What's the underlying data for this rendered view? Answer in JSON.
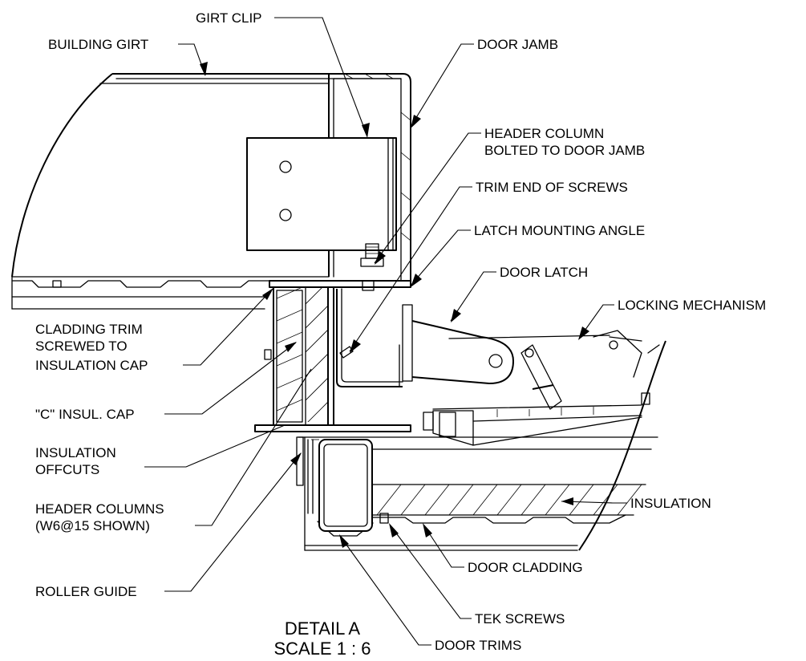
{
  "title": {
    "line1": "DETAIL A",
    "line2": "SCALE 1 : 6"
  },
  "labels": {
    "girt_clip": "GIRT CLIP",
    "building_girt": "BUILDING GIRT",
    "door_jamb": "DOOR JAMB",
    "header_column_bolted_1": "HEADER COLUMN",
    "header_column_bolted_2": "BOLTED TO DOOR JAMB",
    "trim_end_of_screws": "TRIM END OF SCREWS",
    "latch_mounting_angle": "LATCH MOUNTING ANGLE",
    "door_latch": "DOOR LATCH",
    "locking_mechanism": "LOCKING MECHANISM",
    "cladding_trim_1": "CLADDING TRIM",
    "cladding_trim_2": "SCREWED TO",
    "cladding_trim_3": "INSULATION CAP",
    "c_insul_cap": "\"C\" INSUL. CAP",
    "insulation_offcuts_1": "INSULATION",
    "insulation_offcuts_2": "OFFCUTS",
    "header_columns_1": "HEADER COLUMNS",
    "header_columns_2": "(W6@15 SHOWN)",
    "insulation": "INSULATION",
    "roller_guide": "ROLLER GUIDE",
    "door_cladding": "DOOR CLADDING",
    "tek_screws": "TEK SCREWS",
    "door_trims": "DOOR TRIMS"
  }
}
